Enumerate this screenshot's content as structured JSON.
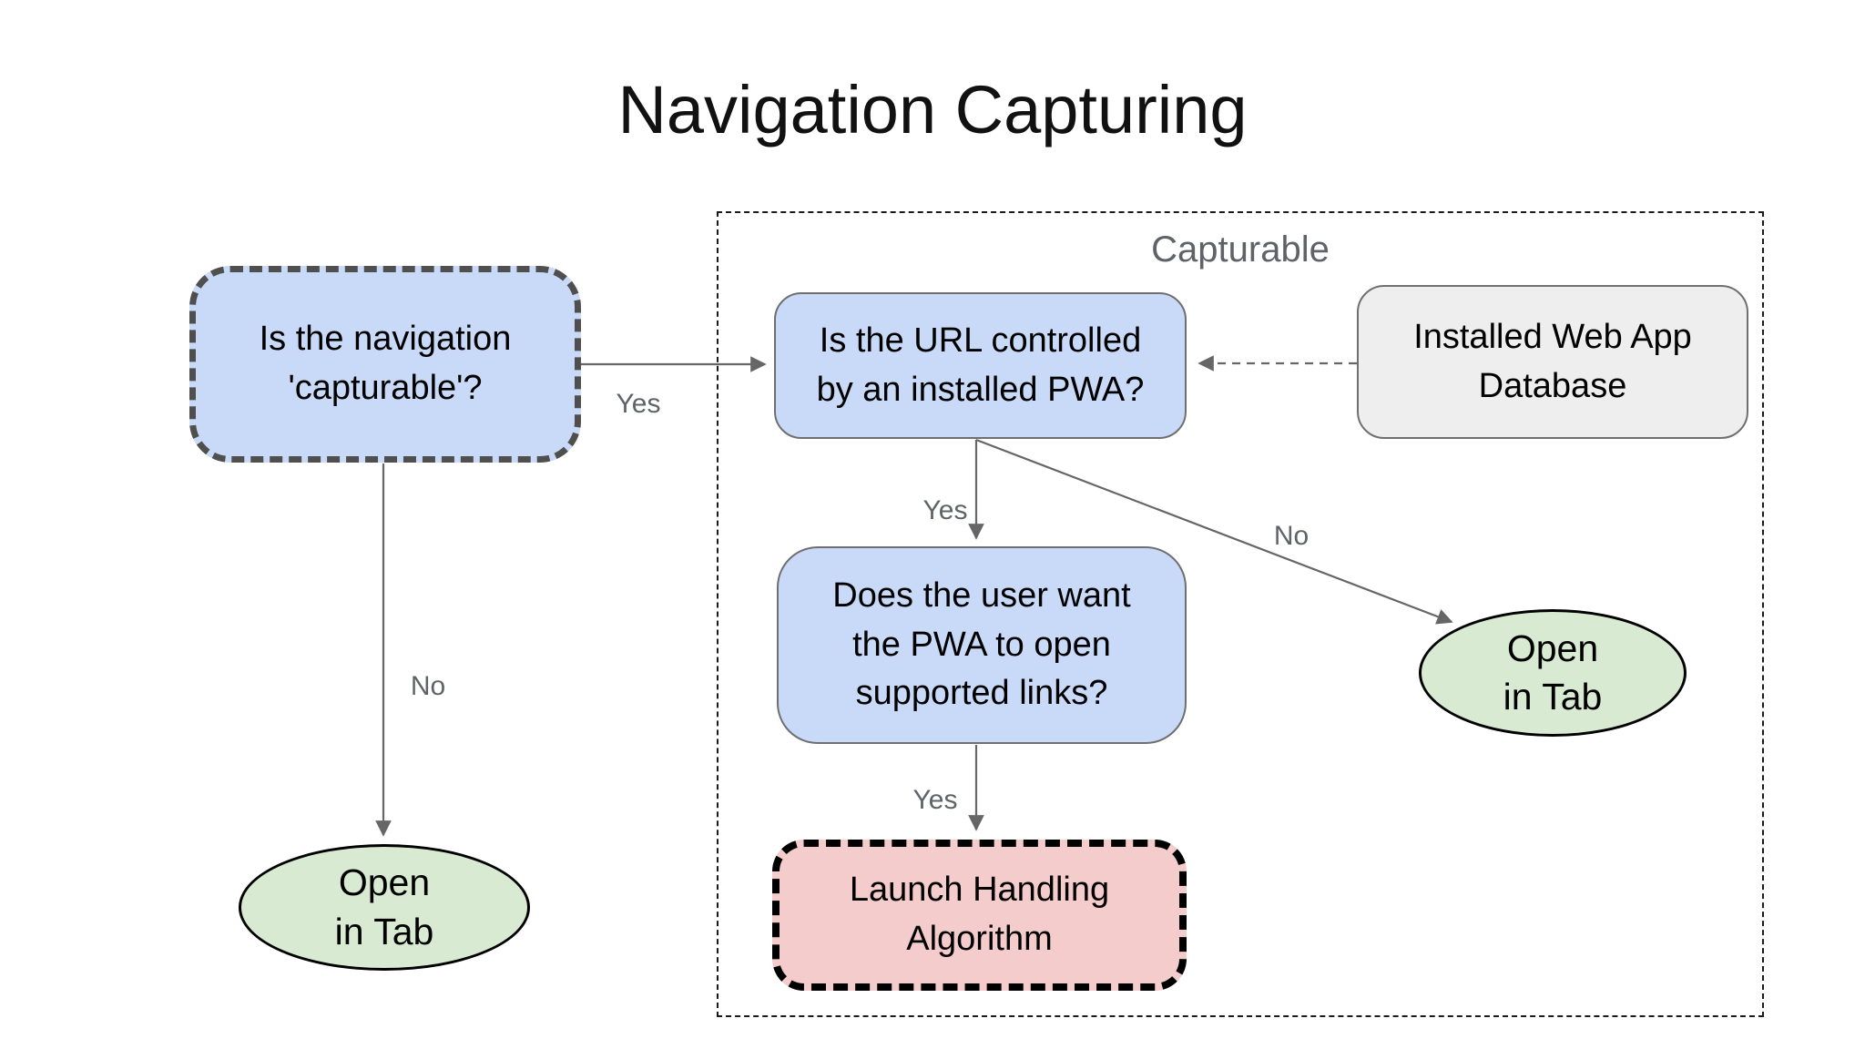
{
  "title": "Navigation Capturing",
  "container": {
    "label": "Capturable"
  },
  "nodes": {
    "is_capturable": {
      "text": "Is the navigation\n'capturable'?"
    },
    "url_controlled": {
      "text": "Is the URL controlled\nby an installed PWA?"
    },
    "installed_db": {
      "text": "Installed Web App\nDatabase"
    },
    "user_want": {
      "text": "Does the user want\nthe PWA to open\nsupported links?"
    },
    "launch_handling": {
      "text": "Launch Handling\nAlgorithm"
    },
    "open_in_tab_left": {
      "text": "Open\nin Tab"
    },
    "open_in_tab_right": {
      "text": "Open\nin Tab"
    }
  },
  "edges": {
    "capturable_yes": {
      "label": "Yes"
    },
    "capturable_no": {
      "label": "No"
    },
    "url_yes": {
      "label": "Yes"
    },
    "url_no": {
      "label": "No"
    },
    "user_yes": {
      "label": "Yes"
    }
  },
  "colors": {
    "blue": "#c9daf8",
    "green": "#d9ead3",
    "pink": "#f4cccc",
    "gray": "#eeeeee",
    "arrow": "#666666",
    "label": "#5f6368"
  }
}
